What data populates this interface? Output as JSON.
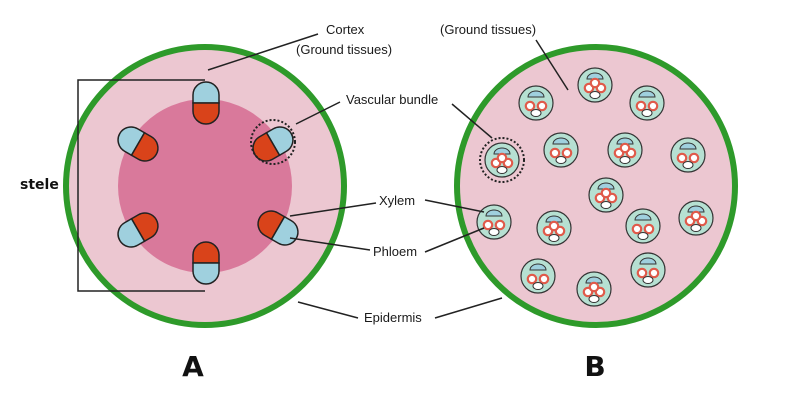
{
  "labels": {
    "cortex": "Cortex",
    "ground_tissues_a": "(Ground tissues)",
    "ground_tissues_b": "(Ground tissues)",
    "vascular_bundle": "Vascular bundle",
    "stele": "stele",
    "xylem": "Xylem",
    "phloem": "Phloem",
    "epidermis": "Epidermis",
    "panel_a": "A",
    "panel_b": "B"
  },
  "colors": {
    "epidermis": "#2e9a2a",
    "cortex": "#ecc7d1",
    "stele": "#d9799b",
    "xylem": "#d9431a",
    "phloem": "#9fd0de",
    "bundle_b": "#b6e0d2",
    "xylem_ring_b": "#e05a4a"
  }
}
